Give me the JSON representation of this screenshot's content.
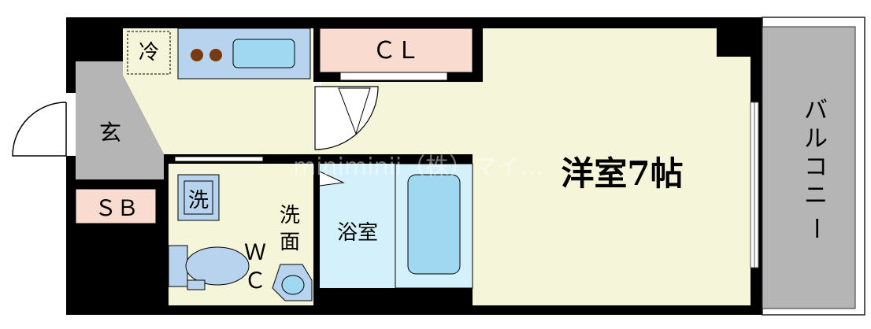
{
  "rooms": {
    "genkan": "玄",
    "shoe_box": "ＳＢ",
    "fridge": "冷",
    "closet": "ＣＬ",
    "washer": "洗",
    "washroom_1": "洗",
    "washroom_2": "面",
    "wc_w": "Ｗ",
    "wc_c": "Ｃ",
    "bath": "浴室",
    "western_room": "洋室7帖",
    "balcony": [
      "バ",
      "ル",
      "コ",
      "ニ",
      "ー"
    ]
  },
  "watermark": "miniminii（株）マイ…",
  "colors": {
    "wall": "#000000",
    "floor": "#f5f5d9",
    "kitchen_counter": "#b7d3ee",
    "sink": "#9fd8f0",
    "closet": "#f9dccf",
    "bath_floor": "#d4f0fa",
    "tub": "#9fd8f0",
    "entrance": "#b5b5b5",
    "balcony": "#b5b5b5",
    "stove": "#7a3a10"
  }
}
